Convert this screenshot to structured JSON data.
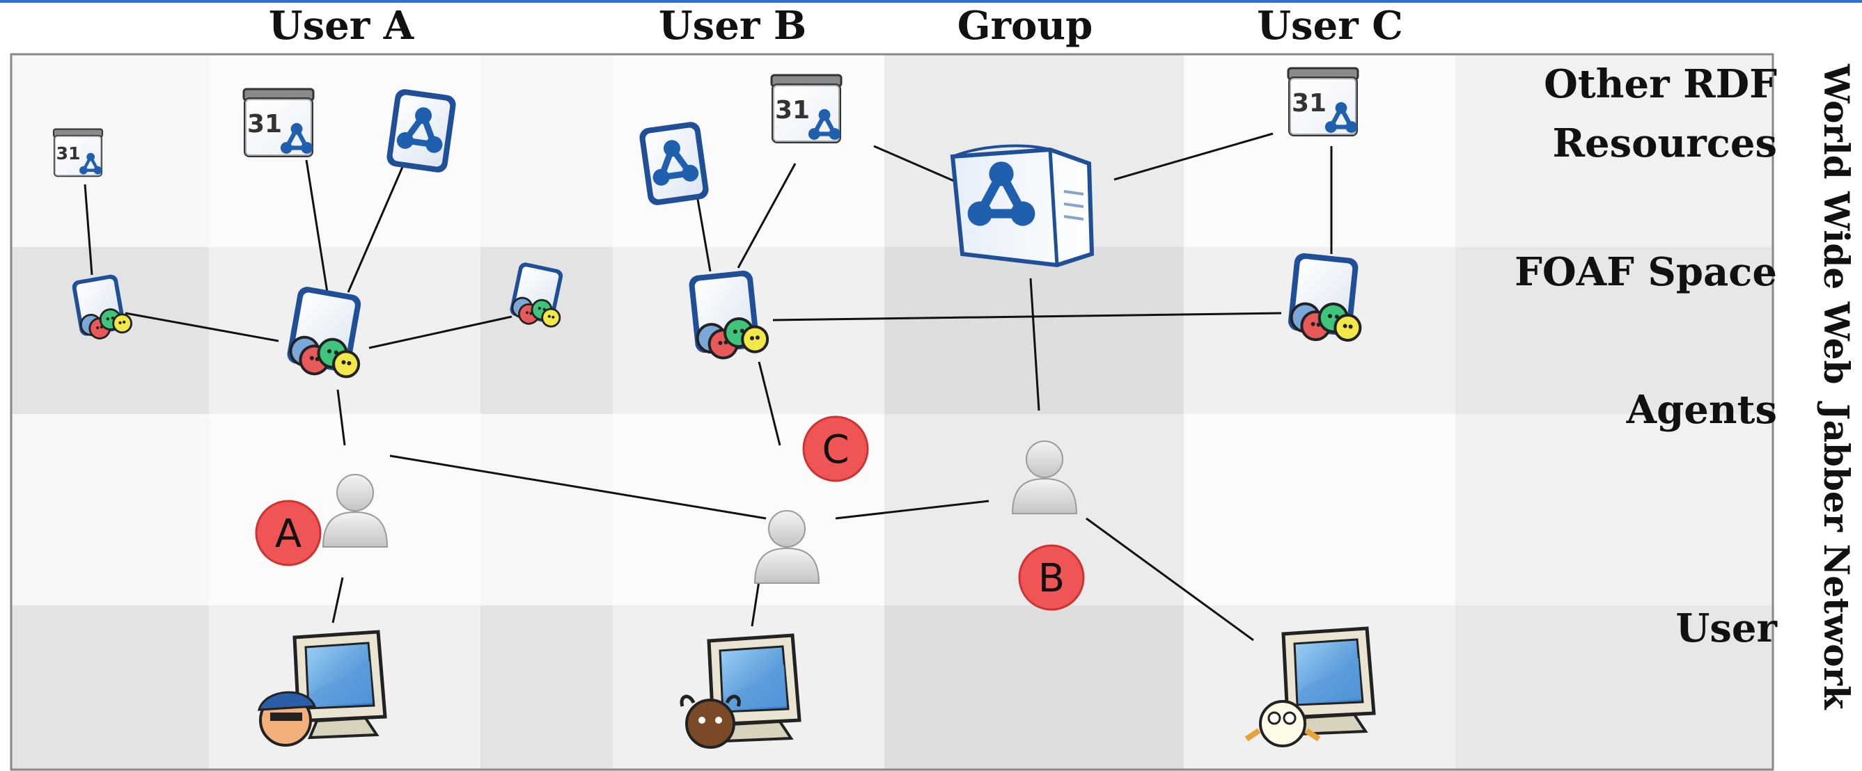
{
  "columns": {
    "user_a": "User A",
    "user_b": "User B",
    "group": "Group",
    "user_c": "User C"
  },
  "rows": {
    "other_rdf_line1": "Other RDF",
    "other_rdf_line2": "Resources",
    "foaf": "FOAF Space",
    "agents": "Agents",
    "user": "User"
  },
  "side": {
    "www": "World Wide Web",
    "jabber": "Jabber Network"
  },
  "badges": {
    "a": "A",
    "b": "B",
    "c": "C"
  },
  "icons": {
    "calendar_day": "31",
    "calendar": "calendar-rdf-icon",
    "rdf_document": "rdf-document-icon",
    "foaf_profile": "foaf-profile-icon",
    "rdf_server": "rdf-server-icon",
    "agent": "agent-icon",
    "computer": "computer-user-icon"
  },
  "colors": {
    "rdf_blue": "#1f5fae",
    "badge_red": "#f05555",
    "top_rule": "#2f6fd0"
  }
}
